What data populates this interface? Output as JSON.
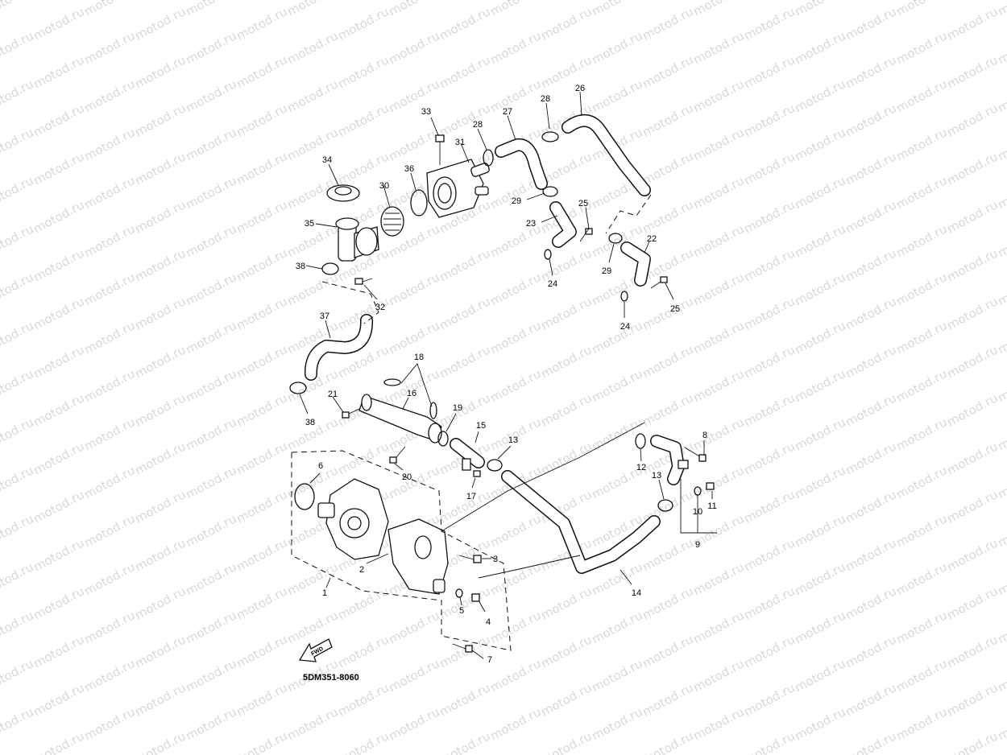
{
  "diagram": {
    "watermark": "motod.ru",
    "document_code": "5DM351-8060",
    "fwd_label": "FWD",
    "callouts": [
      "1",
      "2",
      "3",
      "4",
      "5",
      "6",
      "7",
      "8",
      "9",
      "10",
      "11",
      "12",
      "13",
      "13",
      "14",
      "15",
      "16",
      "17",
      "18",
      "19",
      "20",
      "21",
      "22",
      "23",
      "24",
      "24",
      "25",
      "25",
      "26",
      "27",
      "28",
      "28",
      "29",
      "29",
      "30",
      "31",
      "32",
      "33",
      "34",
      "35",
      "36",
      "37",
      "38",
      "38"
    ]
  }
}
